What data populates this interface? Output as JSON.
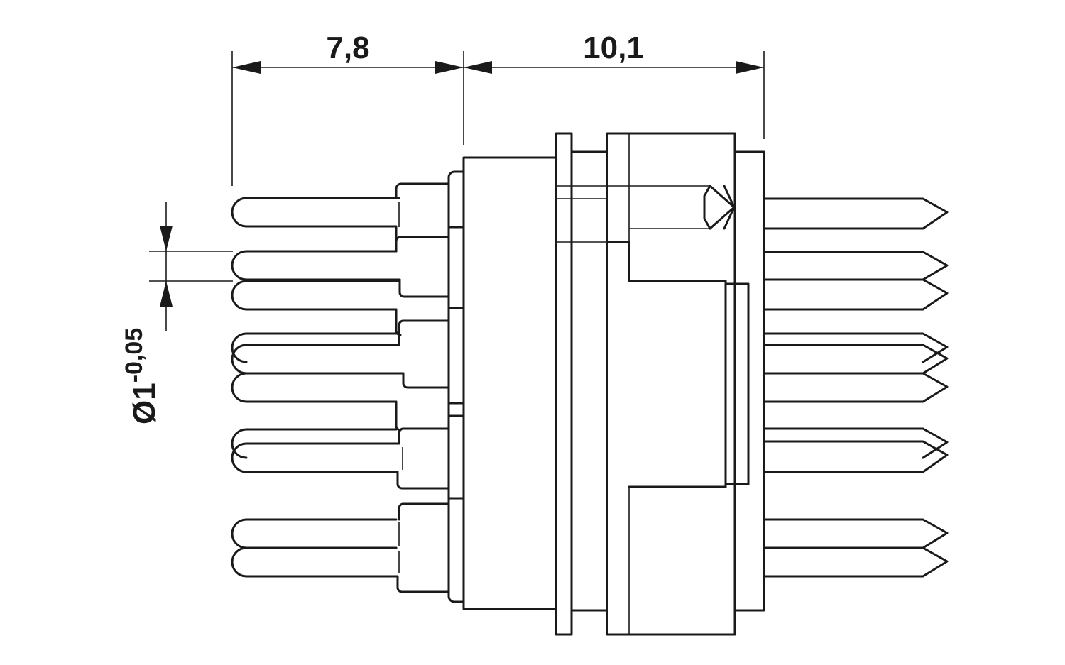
{
  "dimensions": {
    "pin_length": "7,8",
    "body_length": "10,1",
    "pin_diameter_base": "Ø1",
    "pin_diameter_tolerance": "-0,05"
  },
  "chart_data": {
    "type": "diagram",
    "annotations": [
      "7,8",
      "10,1",
      "Ø1",
      "-0,05"
    ]
  },
  "colors": {
    "line": "#1a1a1a",
    "background": "#ffffff"
  }
}
